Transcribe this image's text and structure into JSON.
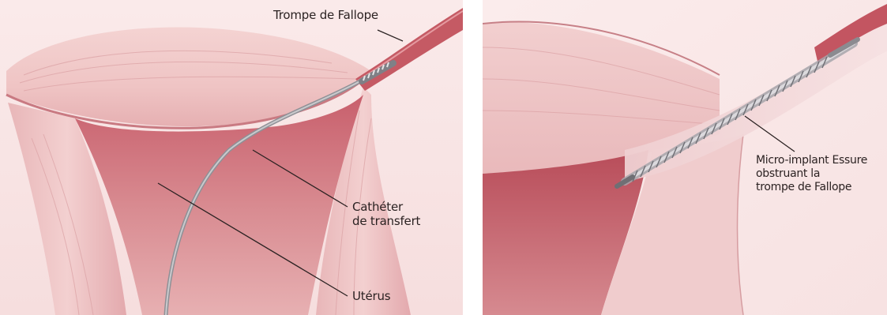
{
  "panels": {
    "left": {
      "label_fallopian_tube": "Trompe de Fallope",
      "label_catheter_line1": "Cathéter",
      "label_catheter_line2": "de transfert",
      "label_uterus": "Utérus"
    },
    "right": {
      "label_implant_line1": "Micro-implant Essure",
      "label_implant_line2": "obstruant la",
      "label_implant_line3": "trompe de Fallope"
    }
  },
  "colors": {
    "background": "#f7e4e4",
    "tissue_light": "#f1c9c9",
    "tissue_mid": "#e6a9ad",
    "tissue_dark": "#b9525e",
    "cavity": "#c4646f",
    "tube": "#c25560",
    "catheter": "#9a9a9e",
    "leader_line": "#2b2222"
  }
}
